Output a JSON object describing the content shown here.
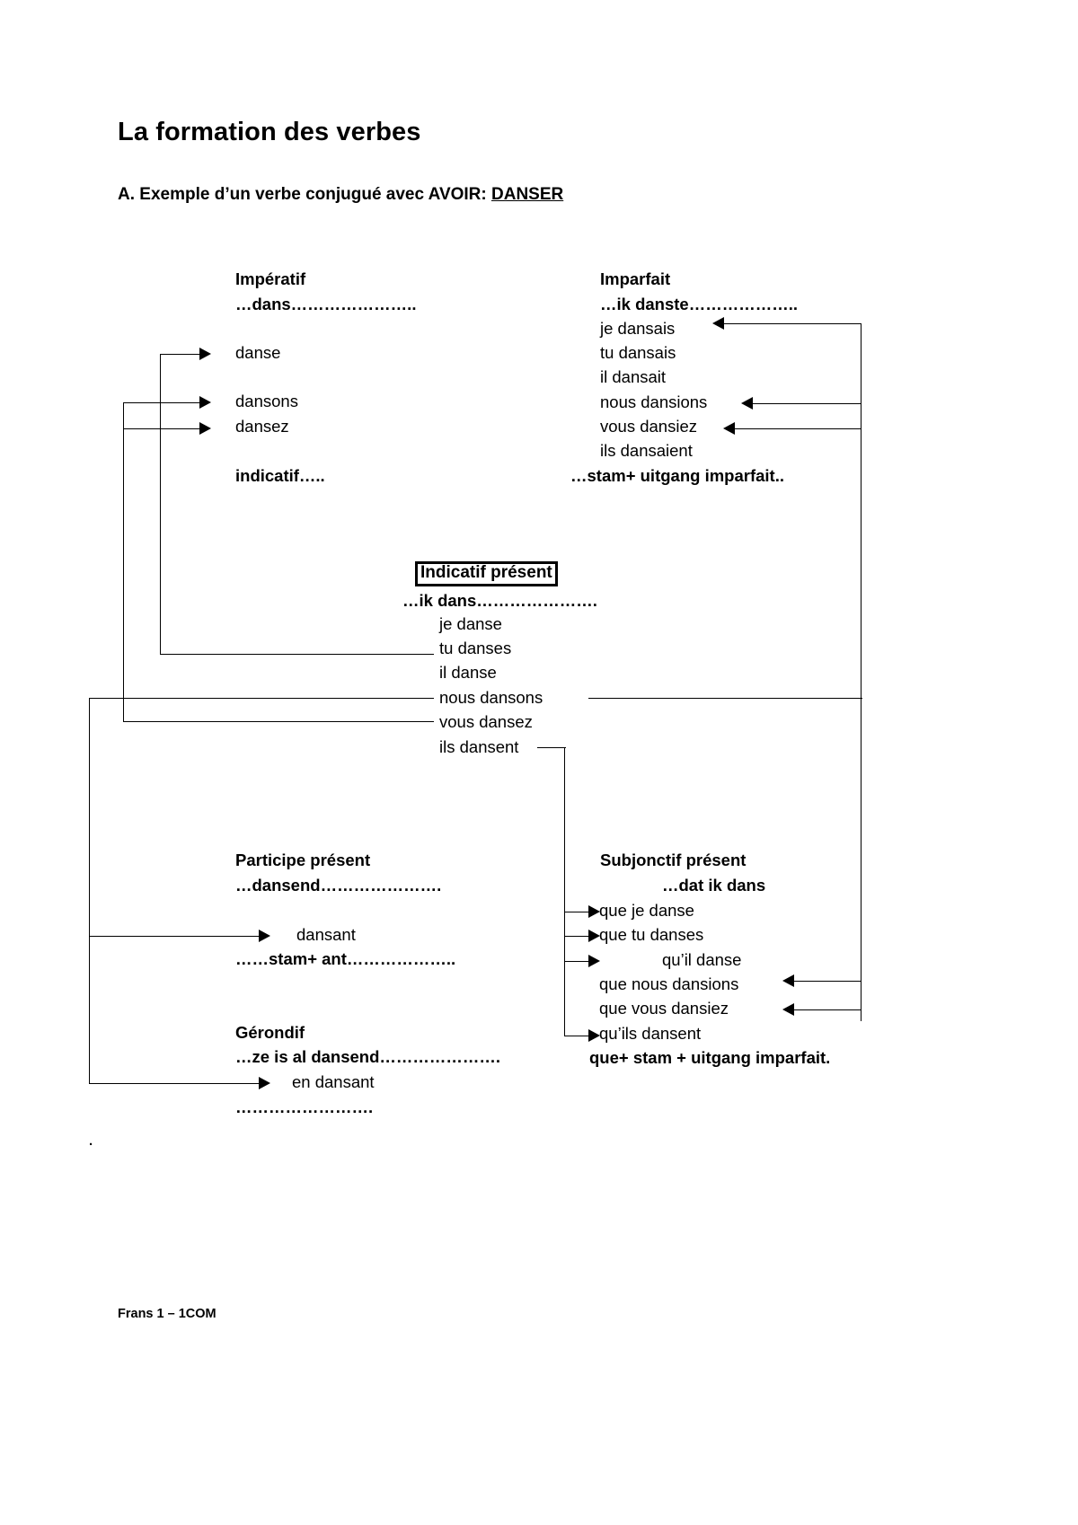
{
  "document": {
    "title": "La formation des verbes",
    "subtitle_prefix": "A. Exemple d’un verbe conjugué avec AVOIR: ",
    "subtitle_verb": "DANSER",
    "footer": "Frans 1 – 1COM",
    "stray_mark": "."
  },
  "imperatif": {
    "heading": "Impératif",
    "stem_note": "…dans…………………..",
    "forms": [
      "danse",
      "dansons",
      "dansez"
    ],
    "rule_note": "indicatif….."
  },
  "imparfait": {
    "heading": "Imparfait",
    "stem_note": "…ik danste………………..",
    "forms": [
      "je dansais",
      "tu dansais",
      "il dansait",
      "nous dansions",
      "vous dansiez",
      "ils dansaient"
    ],
    "rule_note": "…stam+ uitgang imparfait.."
  },
  "indicatif_present": {
    "heading": "Indicatif présent",
    "stem_note": "…ik dans………………….",
    "forms": [
      "je danse",
      "tu danses",
      "il danse",
      "nous dansons",
      "vous dansez",
      "ils dansent"
    ]
  },
  "participe_present": {
    "heading": "Participe présent",
    "stem_note": "…dansend………………….",
    "form": "dansant",
    "rule_note": "……stam+ ant……………….."
  },
  "gerondif": {
    "heading": "Gérondif",
    "stem_note": "…ze is al dansend………………….",
    "form": "en dansant",
    "rule_note": "……………………."
  },
  "subjonctif_present": {
    "heading": "Subjonctif présent",
    "stem_note": "…dat ik dans",
    "forms": [
      "que je danse",
      "que tu danses",
      "qu’il danse",
      "que nous dansions",
      "que vous dansiez",
      "qu’ils dansent"
    ],
    "rule_note": "que+ stam + uitgang imparfait."
  },
  "colors": {
    "ink": "#000000",
    "paper": "#ffffff"
  }
}
